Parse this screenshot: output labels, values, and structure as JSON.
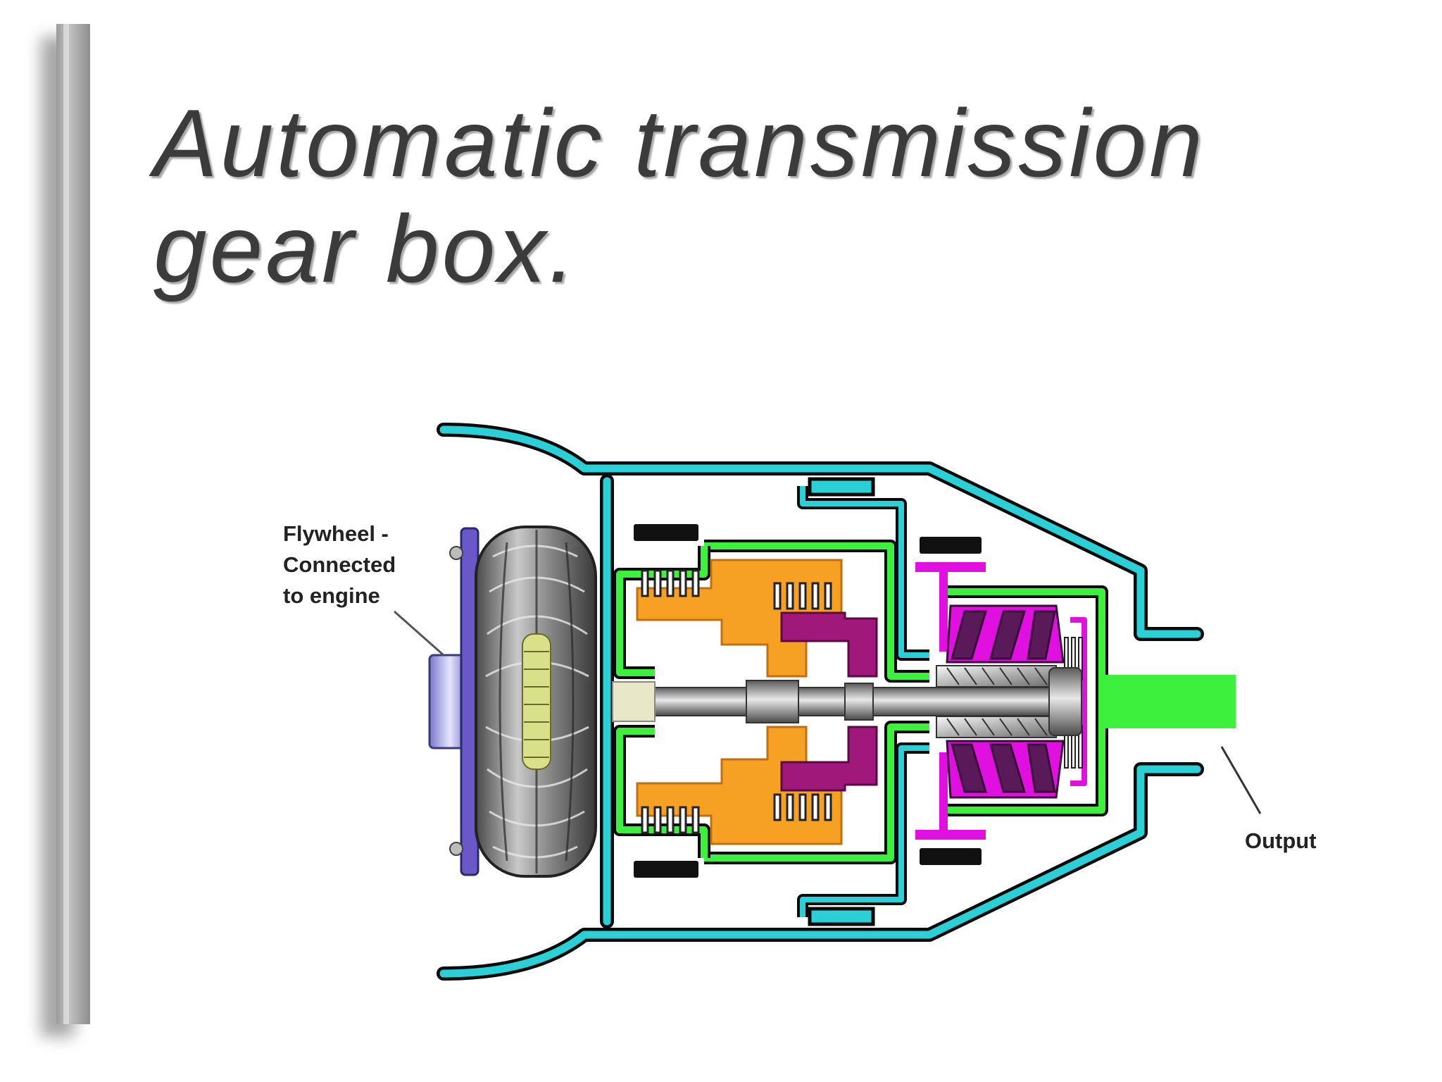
{
  "slide": {
    "title": "Automatic transmission gear box."
  },
  "diagram": {
    "labels": {
      "flywheel_line1": "Flywheel -",
      "flywheel_line2": "Connected",
      "flywheel_line3": "to engine",
      "output": "Output"
    },
    "colors": {
      "housing": "#2ad0d6",
      "housing_outline": "#0a0a0a",
      "drum": "#3ef03e",
      "clutch": "#f6a024",
      "planetary": "#a0187a",
      "gear_magenta": "#e010e0",
      "flywheel": "#6a58c8",
      "band": "#111111",
      "shaft": "#9a9a9a"
    }
  }
}
